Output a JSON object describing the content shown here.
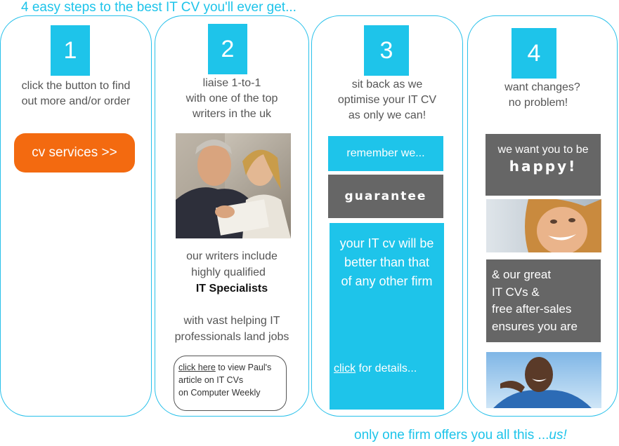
{
  "header": {
    "title": "4 easy steps to the best IT CV you'll ever get..."
  },
  "footer": {
    "text": "only one firm offers you all this ...",
    "emph": "us!"
  },
  "steps": [
    {
      "number": "1",
      "text_lines": [
        "click the button to find",
        "out more and/or order"
      ],
      "button_label": "cv services >>"
    },
    {
      "number": "2",
      "text_lines": [
        "liaise 1-to-1",
        "with one of the top",
        "writers in the uk"
      ],
      "writers_lines": [
        "our writers include",
        "highly qualified"
      ],
      "writers_strong": "IT Specialists",
      "vast_lines": [
        "with vast helping IT",
        "professionals land jobs"
      ],
      "article": {
        "link": "click here",
        "rest1": " to view Paul's",
        "line2": "article on IT CVs",
        "line3": "on Computer Weekly"
      }
    },
    {
      "number": "3",
      "text_lines": [
        "sit back as we",
        "optimise your IT CV",
        "as only we can!"
      ],
      "remember": "remember we...",
      "guarantee": "guarantee",
      "better_lines": [
        "your IT cv will be",
        "better than that",
        "of any other firm"
      ],
      "click_link": "click",
      "click_rest": " for details..."
    },
    {
      "number": "4",
      "text_lines": [
        "want changes?",
        "no problem!"
      ],
      "want_line1": "we want you to be",
      "want_line2": "happy!",
      "great_lines": [
        "& our great",
        "IT CVs &",
        "free after-sales",
        "ensures you are"
      ]
    }
  ],
  "icons": [
    "photo-business-people",
    "photo-smiling-woman",
    "photo-smiling-man"
  ]
}
